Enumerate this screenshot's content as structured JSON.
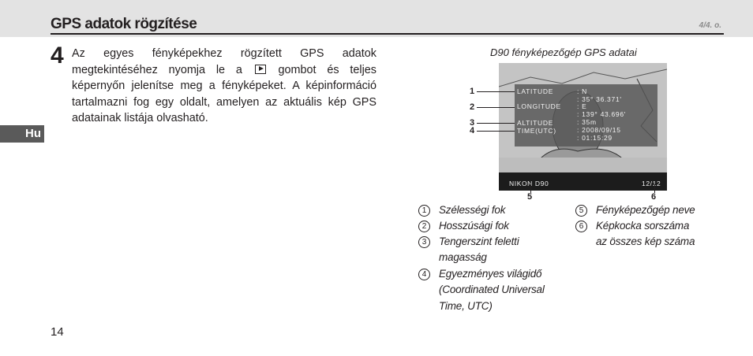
{
  "header": {
    "title": "GPS adatok rögzítése",
    "page_ref": "4/4. o."
  },
  "side_tab": {
    "label": "Hu"
  },
  "step": {
    "number": "4",
    "text_before": "Az egyes fényképekhez rögzített GPS adatok megtekintéséhez nyomja le a ",
    "text_after": " gombot és teljes képernyőn jelenítse meg a fényképeket. A képinformáció tartalmazni fog egy oldalt, amelyen az aktuális kép GPS adatainak listája olvasható."
  },
  "figure": {
    "caption": "D90 fényképezőgép GPS adatai",
    "screen": {
      "latitude_label": "LATITUDE",
      "latitude_dir": ": N",
      "latitude_value": ": 35°  36.371'",
      "longitude_label": "LONGITUDE",
      "longitude_dir": ": E",
      "longitude_value": ": 139°  43.696'",
      "altitude_label": "ALTITUDE",
      "altitude_value": ": 35m",
      "time_label": "TIME(UTC)",
      "date_value": ": 2008/09/15",
      "time_value": ": 01:15:29",
      "camera_name": "NIKON  D90",
      "frame_count": "12/12"
    },
    "callouts": [
      "1",
      "2",
      "3",
      "4",
      "5",
      "6"
    ]
  },
  "legend": {
    "left": [
      {
        "num": "1",
        "lines": [
          "Szélességi fok"
        ]
      },
      {
        "num": "2",
        "lines": [
          "Hosszúsági fok"
        ]
      },
      {
        "num": "3",
        "lines": [
          "Tengerszint feletti",
          "magasság"
        ]
      },
      {
        "num": "4",
        "lines": [
          "Egyezményes világidő",
          "(Coordinated Universal",
          "Time, UTC)"
        ]
      }
    ],
    "right": [
      {
        "num": "5",
        "lines": [
          "Fényképezőgép neve"
        ]
      },
      {
        "num": "6",
        "lines": [
          "Képkocka sorszáma",
          "az összes kép száma"
        ]
      }
    ]
  },
  "footer": {
    "page_number": "14"
  }
}
